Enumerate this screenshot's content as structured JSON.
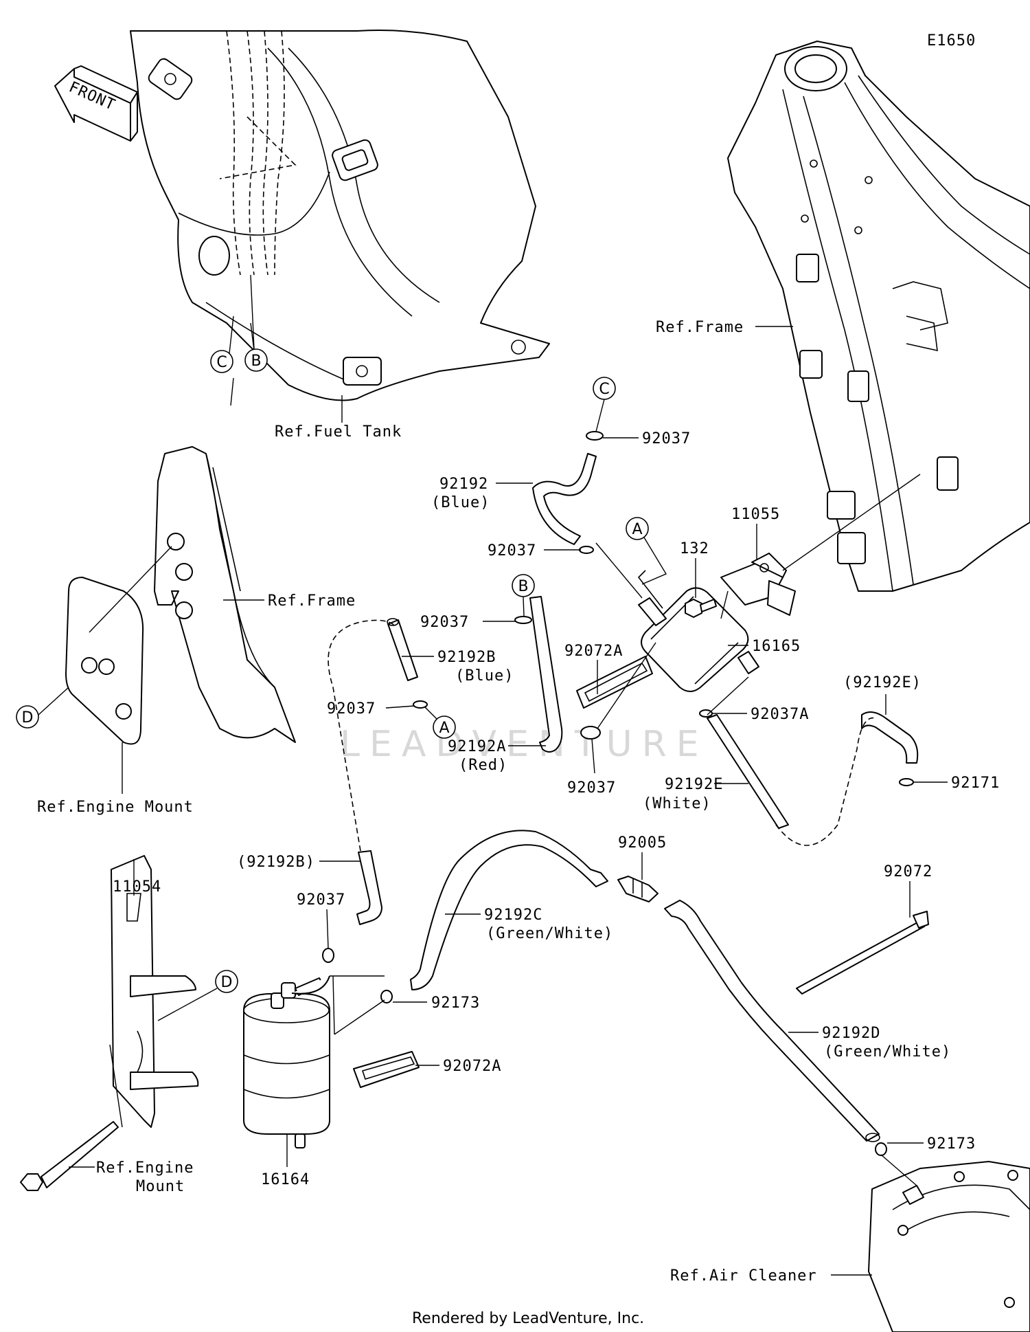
{
  "diagram_id": "E1650",
  "front_label": "FRONT",
  "watermark": "LEADVENTURE",
  "footer": "Rendered by LeadVenture, Inc.",
  "callouts": [
    "A",
    "B",
    "C",
    "D"
  ],
  "refs": {
    "fuel_tank": "Ref.Fuel Tank",
    "frame_upper": "Ref.Frame",
    "frame_left": "Ref.Frame",
    "engine_mount_1": "Ref.Engine Mount",
    "engine_mount_2_line1": "Ref.Engine",
    "engine_mount_2_line2": "Mount",
    "air_cleaner": "Ref.Air Cleaner"
  },
  "parts": {
    "p92037_c": "92037",
    "p92192": "92192",
    "p92192_color": "(Blue)",
    "p92037_b": "92037",
    "p11055": "11055",
    "p132": "132",
    "p92037_left": "92037",
    "p92072a_top": "92072A",
    "p16165": "16165",
    "p92192b": "92192B",
    "p92192b_color": "(Blue)",
    "p92037_a": "92037",
    "p92192e_paren": "(92192E)",
    "p92037a": "92037A",
    "p92192a": "92192A",
    "p92192a_color": "(Red)",
    "p92037_bottom": "92037",
    "p92171": "92171",
    "p92192e": "92192E",
    "p92192e_color": "(White)",
    "p92005": "92005",
    "p92192b_paren": "(92192B)",
    "p92072": "92072",
    "p11054": "11054",
    "p92037_can": "92037",
    "p92192c": "92192C",
    "p92192c_color": "(Green/White)",
    "p92173_top": "92173",
    "p92072a_bottom": "92072A",
    "p92192d": "92192D",
    "p92192d_color": "(Green/White)",
    "p92173_bottom": "92173",
    "p16164": "16164"
  }
}
